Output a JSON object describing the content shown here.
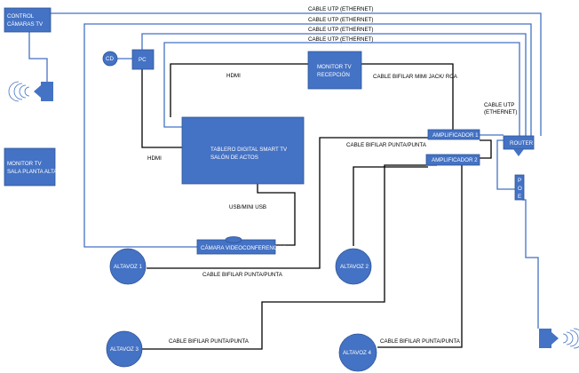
{
  "devices": {
    "control_camaras": [
      "CONTROL",
      "CÁMARAS TV"
    ],
    "monitor_planta_alta": [
      "MONITOR TV",
      "SALA PLANTA ALTA"
    ],
    "cd": "CD",
    "pc": "PC",
    "monitor_recepcion": [
      "MONITOR TV",
      "RECEPCIÓN"
    ],
    "tablero": [
      "TABLERO DIGITAL SMART  TV",
      "SALÓN DE ACTOS"
    ],
    "amplificador_1": "AMPLIFICADOR 1",
    "amplificador_2": "AMPLIFICADOR 2",
    "router": "ROUTER",
    "poe": [
      "P",
      "O",
      "E"
    ],
    "camara": "CÁMARA VIDEOCONFERENCIAS",
    "altavoz_1": "ALTAVOZ 1",
    "altavoz_2": "ALTAVOZ 2",
    "altavoz_3": "ALTAVOZ 3",
    "altavoz_4": "ALTAVOZ 4"
  },
  "cables": {
    "utp_1": "CABLE UTP (ETHERNET)",
    "utp_2": "CABLE UTP (ETHERNET)",
    "utp_3": "CABLE UTP (ETHERNET)",
    "utp_4": "CABLE UTP (ETHERNET)",
    "utp_router": [
      "CABLE UTP",
      "(ETHERNET)"
    ],
    "hdmi_top": "HDMI",
    "hdmi_left": "HDMI",
    "bifilar_jack": "CABLE BIFILAR MIMI JACK/ RCA",
    "bifilar_punta_amp": "CABLE BIFILAR PUNTA/PUNTA",
    "usb": "USB/MINI USB",
    "bifilar_punta_1": "CABLE BIFILAR PUNTA/PUNTA",
    "bifilar_punta_3": "CABLE BIFILAR PUNTA/PUNTA",
    "bifilar_punta_4": "CABLE BIFILAR PUNTA/PUNTA"
  },
  "icons": [
    "speaker-icon",
    "speaker-icon"
  ],
  "colors": {
    "device": "#4472c4",
    "network_cable": "#4472c4",
    "av_cable": "#000000"
  }
}
